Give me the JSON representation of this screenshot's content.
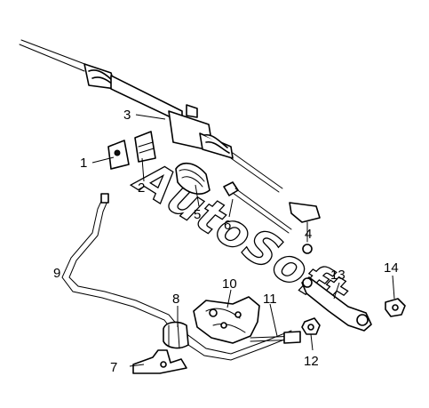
{
  "watermark": "AutoSoft",
  "callouts": {
    "c1": "1",
    "c2": "2",
    "c3": "3",
    "c4": "4",
    "c5": "5",
    "c6": "6",
    "c7": "7",
    "c8": "8",
    "c9": "9",
    "c10": "10",
    "c11": "11",
    "c12": "12",
    "c13": "13",
    "c14": "14"
  },
  "colors": {
    "ink": "#000000",
    "background": "#ffffff"
  }
}
